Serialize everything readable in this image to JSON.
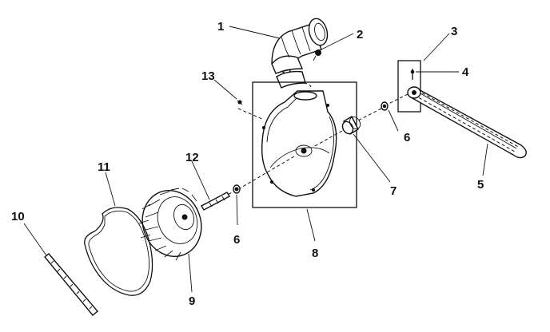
{
  "callouts": [
    {
      "id": "1",
      "label": "1"
    },
    {
      "id": "2",
      "label": "2"
    },
    {
      "id": "3",
      "label": "3"
    },
    {
      "id": "4",
      "label": "4"
    },
    {
      "id": "5",
      "label": "5"
    },
    {
      "id": "6a",
      "label": "6"
    },
    {
      "id": "6b",
      "label": "6"
    },
    {
      "id": "7",
      "label": "7"
    },
    {
      "id": "8",
      "label": "8"
    },
    {
      "id": "9",
      "label": "9"
    },
    {
      "id": "10",
      "label": "10"
    },
    {
      "id": "11",
      "label": "11"
    },
    {
      "id": "12",
      "label": "12"
    },
    {
      "id": "13",
      "label": "13"
    }
  ],
  "colors": {
    "ink": "#111111",
    "background": "#ffffff"
  }
}
